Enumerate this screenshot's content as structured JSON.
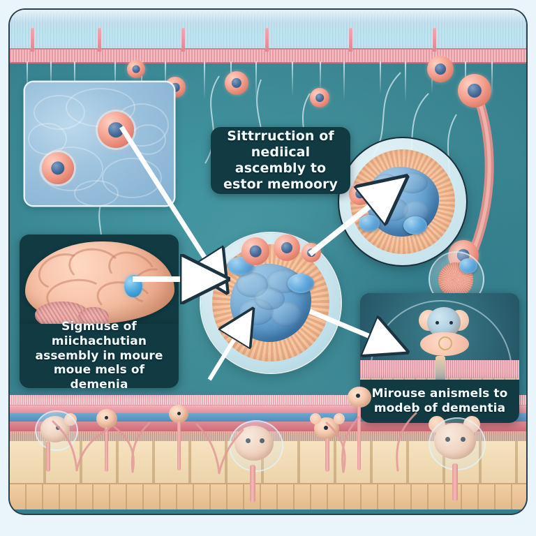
{
  "figure": {
    "title": "Neuronal assembly and dementia mouse-model schematic",
    "background_color": "#e9f5fa",
    "field_color": "#3d8a96",
    "label_box_color": "#123a42",
    "label_text_color": "#f2fbfd",
    "accent_pink": "#e89a94",
    "accent_blue": "#4b8ac0",
    "accent_cream": "#f0d2a8"
  },
  "labels": {
    "center": "Sittrruction of nediical ascembly to estor memoory",
    "brain": "Sigmuse of miichachutian assembly in moure moue mels  of demenia",
    "mouse": "Mirouse anismels to modeb of dementia"
  },
  "panels": {
    "microscopy": {
      "name": "microscopy-inset",
      "description": "blue phase-contrast tissue field with two labelled neurons"
    },
    "cell_detail": {
      "name": "cell-detail-inset",
      "description": "circular magnified ciliated cell with blue nucleus and vesicles"
    },
    "brain": {
      "name": "brain-inset",
      "description": "lateral brain illustration with highlighted blue region"
    },
    "mouse_cage": {
      "name": "mouse-cage-inset",
      "description": "mouse inside domed enclosure above epithelial palisade"
    }
  },
  "center_cell": {
    "name": "central-cell",
    "description": "large ciliated cell with lobed blue nucleus and attached neurons"
  },
  "arrows": [
    {
      "name": "arrow-microscopy-to-cell",
      "from": "microscopy-inset",
      "to": "central-cell"
    },
    {
      "name": "arrow-brain-to-cell",
      "from": "brain-inset",
      "to": "central-cell"
    },
    {
      "name": "arrow-cell-to-detail",
      "from": "central-cell",
      "to": "cell-detail-inset"
    },
    {
      "name": "arrow-cell-to-cage",
      "from": "central-cell",
      "to": "mouse-cage-inset"
    },
    {
      "name": "arrow-mouse-to-cell",
      "from": "lower-mouse",
      "to": "central-cell"
    }
  ],
  "anatomy": {
    "top_band": "ciliated epithelium with pink basement membrane",
    "bottom_band": "layered mucosa: cilia, pink membrane, blue vessel band, red band, cream cell layer, basal lamina",
    "right_structure": "chain of neurons with long myelinated axon ending at a synaptic terminal"
  }
}
